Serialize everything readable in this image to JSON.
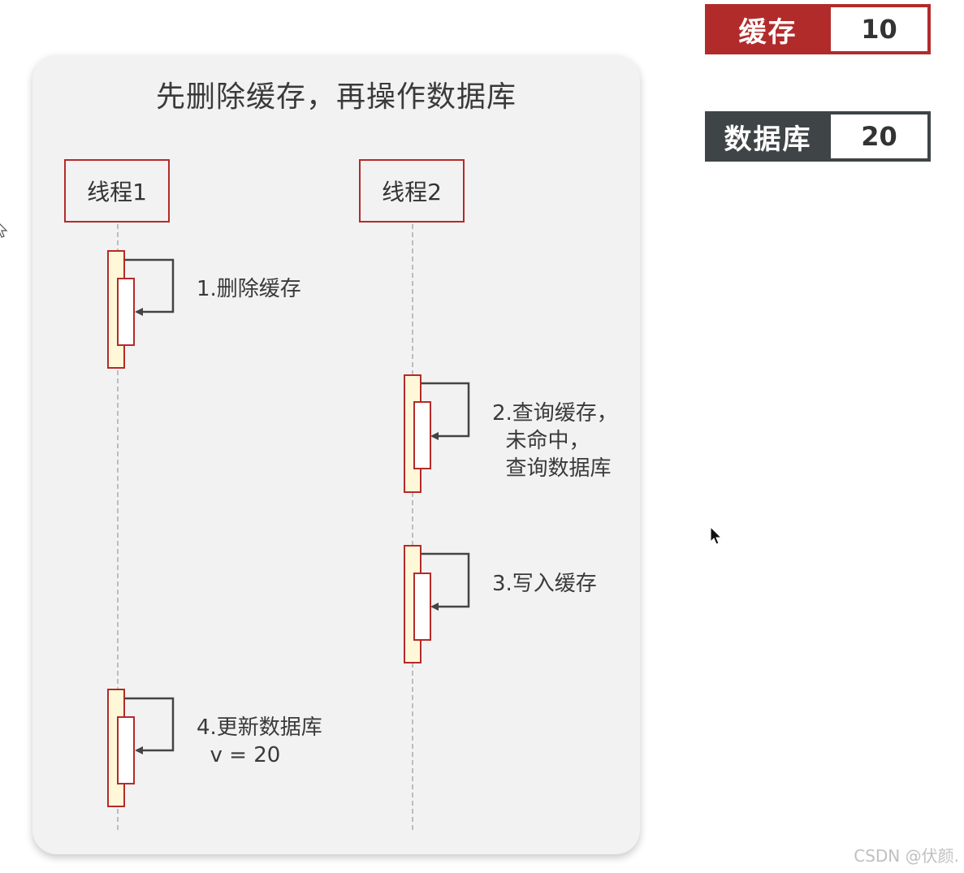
{
  "diagram": {
    "title": "先删除缓存，再操作数据库",
    "threads": [
      {
        "label": "线程1"
      },
      {
        "label": "线程2"
      }
    ],
    "steps": [
      {
        "label": "1.删除缓存"
      },
      {
        "label": "2.查询缓存，\n  未命中，\n  查询数据库"
      },
      {
        "label": "3.写入缓存"
      },
      {
        "label": "4.更新数据库\n  v = 20"
      }
    ]
  },
  "state": {
    "cache": {
      "label": "缓存",
      "value": "10",
      "color": "#b22b2b"
    },
    "database": {
      "label": "数据库",
      "value": "20",
      "color": "#3f4446"
    }
  },
  "watermark": "CSDN @伏颜.",
  "colors": {
    "accent_red": "#b52a2a",
    "activation_fill": "#fff8d8",
    "panel_bg": "#f2f2f2"
  }
}
